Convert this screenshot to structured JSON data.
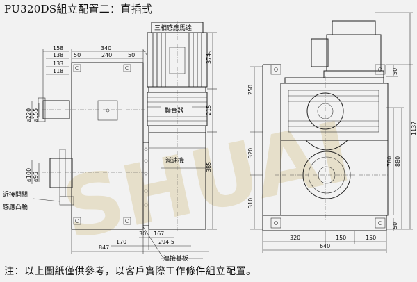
{
  "title": "PU320DS組立配置二：直插式",
  "note": "注：以上圖紙僅供參考，以客戶實際工作條件組立配置。",
  "labels": {
    "motor": "三相感應馬達",
    "coupling": "聯合器",
    "reducer": "減速機",
    "proximity_switch": "近接開關",
    "sensing_cam": "感應凸輪",
    "base_plate": "連接基板"
  },
  "watermark": "SHUAI",
  "dimensions": {
    "d158": "158",
    "d138": "138",
    "d133": "133",
    "d118": "118",
    "d340": "340",
    "d50a": "50",
    "d240": "240",
    "d50b": "50",
    "d374": "374",
    "d215": "215",
    "d385": "385",
    "d220": "ø220",
    "d155": "ø155",
    "d100": "ø100",
    "d95": "ø95",
    "d30": "30",
    "d167": "167",
    "d170": "170",
    "d2945": "294.5",
    "d847": "847",
    "d250": "250",
    "d320v": "320",
    "d310": "310",
    "d50r1": "50",
    "d780": "780",
    "d880": "880",
    "d1137": "1137",
    "d50r2": "50",
    "d320h": "320",
    "d150a": "150",
    "d150b": "150",
    "d640": "640"
  }
}
